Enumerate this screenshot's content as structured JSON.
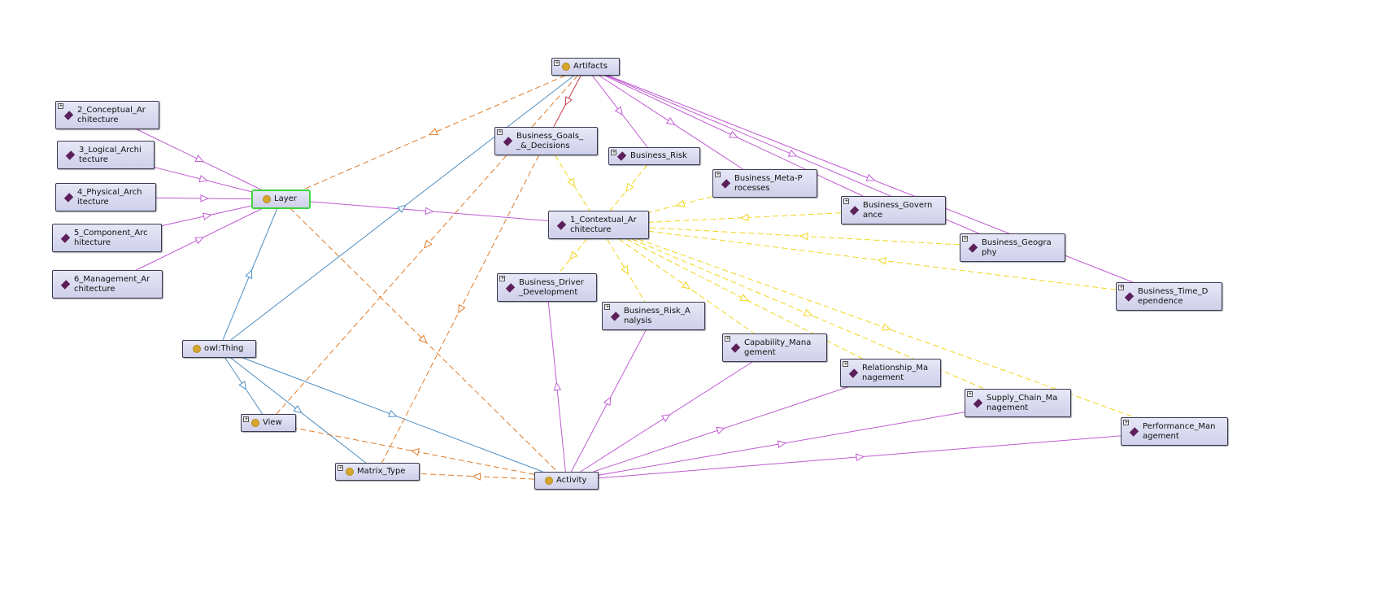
{
  "colors": {
    "subclass": "#c15bd3",
    "thing": "#4f8fc4",
    "dashed_orange": "#e07b28",
    "dashed_yellow": "#f2d51b",
    "red": "#c73a4a"
  },
  "nodes": [
    {
      "id": "artifacts",
      "kind": "class",
      "label": "Artifacts",
      "expand": true
    },
    {
      "id": "layer",
      "kind": "class",
      "label": "Layer",
      "expand": false,
      "selected": true
    },
    {
      "id": "owlthing",
      "kind": "class",
      "label": "owl:Thing",
      "expand": false
    },
    {
      "id": "view",
      "kind": "class",
      "label": "View",
      "expand": true
    },
    {
      "id": "matrix",
      "kind": "class",
      "label": "Matrix_Type",
      "expand": true
    },
    {
      "id": "activity",
      "kind": "class",
      "label": "Activity",
      "expand": false
    },
    {
      "id": "conceptual",
      "kind": "individual",
      "label": "2_Conceptual_Ar\nchitecture",
      "expand": true
    },
    {
      "id": "logical",
      "kind": "individual",
      "label": "3_Logical_Archi\ntecture",
      "expand": false
    },
    {
      "id": "physical",
      "kind": "individual",
      "label": "4_Physical_Arch\nitecture",
      "expand": false
    },
    {
      "id": "component",
      "kind": "individual",
      "label": "5_Component_Arc\nhitecture",
      "expand": false
    },
    {
      "id": "management",
      "kind": "individual",
      "label": "6_Management_Ar\nchitecture",
      "expand": false
    },
    {
      "id": "goals",
      "kind": "individual",
      "label": "Business_Goals_\n_&_Decisions",
      "expand": true
    },
    {
      "id": "risk",
      "kind": "individual",
      "label": "Business_Risk",
      "expand": true
    },
    {
      "id": "metap",
      "kind": "individual",
      "label": "Business_Meta-P\nrocesses",
      "expand": true
    },
    {
      "id": "contextual",
      "kind": "individual",
      "label": "1_Contextual_Ar\nchitecture",
      "expand": false
    },
    {
      "id": "governance",
      "kind": "individual",
      "label": "Business_Govern\nance",
      "expand": true
    },
    {
      "id": "geography",
      "kind": "individual",
      "label": "Business_Geogra\nphy",
      "expand": true
    },
    {
      "id": "driver",
      "kind": "individual",
      "label": "Business_Driver\n_Development",
      "expand": true
    },
    {
      "id": "riskanalysis",
      "kind": "individual",
      "label": "Business_Risk_A\nnalysis",
      "expand": true
    },
    {
      "id": "timedep",
      "kind": "individual",
      "label": "Business_Time_D\nependence",
      "expand": true
    },
    {
      "id": "capability",
      "kind": "individual",
      "label": "Capability_Mana\ngement",
      "expand": true
    },
    {
      "id": "relationship",
      "kind": "individual",
      "label": "Relationship_Ma\nnagement",
      "expand": true
    },
    {
      "id": "supply",
      "kind": "individual",
      "label": "Supply_Chain_Ma\nnagement",
      "expand": true
    },
    {
      "id": "performance",
      "kind": "individual",
      "label": "Performance_Man\nagement",
      "expand": true
    }
  ],
  "edges": [
    {
      "from": "conceptual",
      "to": "layer",
      "type": "subclass"
    },
    {
      "from": "logical",
      "to": "layer",
      "type": "subclass"
    },
    {
      "from": "physical",
      "to": "layer",
      "type": "subclass"
    },
    {
      "from": "component",
      "to": "layer",
      "type": "subclass"
    },
    {
      "from": "management",
      "to": "layer",
      "type": "subclass"
    },
    {
      "from": "layer",
      "to": "contextual",
      "type": "subclass"
    },
    {
      "from": "owlthing",
      "to": "layer",
      "type": "thing"
    },
    {
      "from": "owlthing",
      "to": "artifacts",
      "type": "thing"
    },
    {
      "from": "owlthing",
      "to": "view",
      "type": "thing"
    },
    {
      "from": "owlthing",
      "to": "matrix",
      "type": "thing"
    },
    {
      "from": "owlthing",
      "to": "activity",
      "type": "thing"
    },
    {
      "from": "artifacts",
      "to": "layer",
      "type": "dashed_orange"
    },
    {
      "from": "artifacts",
      "to": "view",
      "type": "dashed_orange"
    },
    {
      "from": "goals",
      "to": "matrix",
      "type": "dashed_orange"
    },
    {
      "from": "layer",
      "to": "activity",
      "type": "dashed_orange"
    },
    {
      "from": "activity",
      "to": "view",
      "type": "dashed_orange"
    },
    {
      "from": "activity",
      "to": "matrix",
      "type": "dashed_orange"
    },
    {
      "from": "artifacts",
      "to": "goals",
      "type": "red"
    },
    {
      "from": "artifacts",
      "to": "risk",
      "type": "subclass"
    },
    {
      "from": "artifacts",
      "to": "metap",
      "type": "subclass"
    },
    {
      "from": "artifacts",
      "to": "governance",
      "type": "subclass"
    },
    {
      "from": "artifacts",
      "to": "geography",
      "type": "subclass"
    },
    {
      "from": "artifacts",
      "to": "timedep",
      "type": "subclass"
    },
    {
      "from": "goals",
      "to": "contextual",
      "type": "dashed_yellow"
    },
    {
      "from": "risk",
      "to": "contextual",
      "type": "dashed_yellow"
    },
    {
      "from": "metap",
      "to": "contextual",
      "type": "dashed_yellow"
    },
    {
      "from": "governance",
      "to": "contextual",
      "type": "dashed_yellow"
    },
    {
      "from": "geography",
      "to": "contextual",
      "type": "dashed_yellow"
    },
    {
      "from": "timedep",
      "to": "contextual",
      "type": "dashed_yellow"
    },
    {
      "from": "contextual",
      "to": "driver",
      "type": "dashed_yellow"
    },
    {
      "from": "contextual",
      "to": "riskanalysis",
      "type": "dashed_yellow"
    },
    {
      "from": "contextual",
      "to": "capability",
      "type": "dashed_yellow"
    },
    {
      "from": "contextual",
      "to": "relationship",
      "type": "dashed_yellow"
    },
    {
      "from": "contextual",
      "to": "supply",
      "type": "dashed_yellow"
    },
    {
      "from": "contextual",
      "to": "performance",
      "type": "dashed_yellow"
    },
    {
      "from": "activity",
      "to": "driver",
      "type": "subclass"
    },
    {
      "from": "activity",
      "to": "riskanalysis",
      "type": "subclass"
    },
    {
      "from": "activity",
      "to": "capability",
      "type": "subclass"
    },
    {
      "from": "activity",
      "to": "relationship",
      "type": "subclass"
    },
    {
      "from": "activity",
      "to": "supply",
      "type": "subclass"
    },
    {
      "from": "activity",
      "to": "performance",
      "type": "subclass"
    }
  ]
}
